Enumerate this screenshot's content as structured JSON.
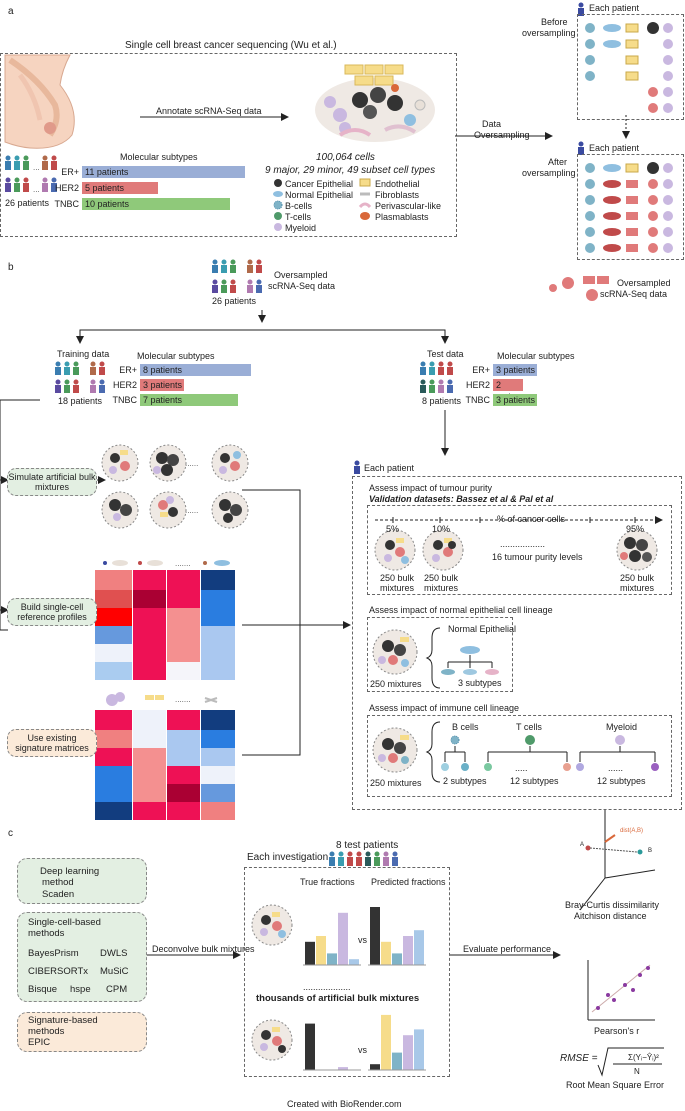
{
  "panels": {
    "a": "a",
    "b": "b",
    "c": "c"
  },
  "panel_a": {
    "title": "Single cell breast cancer sequencing (Wu et al.)",
    "annotate_label": "Annotate scRNA-Seq data",
    "patients_label": "26 patients",
    "subtypes_title": "Molecular subtypes",
    "subtypes": [
      {
        "name": "ER+",
        "label": "11 patients",
        "count": 11,
        "color": "#9aaed6"
      },
      {
        "name": "HER2",
        "label": "5 patients",
        "count": 5,
        "color": "#e07a7a"
      },
      {
        "name": "TNBC",
        "label": "10 patients",
        "count": 10,
        "color": "#8fc97a"
      }
    ],
    "cells_count": "100,064 cells",
    "cells_types": "9 major, 29 minor, 49 subset cell types",
    "legend": [
      {
        "label": "Cancer Epithelial",
        "color": "#333333"
      },
      {
        "label": "Endothelial",
        "color": "#f6dc8a"
      },
      {
        "label": "Normal Epithelial",
        "color": "#8fbfe0"
      },
      {
        "label": "Fibroblasts",
        "color": "#e8e0d8"
      },
      {
        "label": "B-cells",
        "color": "#7fb3c7"
      },
      {
        "label": "Perivascular-like",
        "color": "#e6b3c8"
      },
      {
        "label": "T-cells",
        "color": "#4f9a6a"
      },
      {
        "label": "Plasmablasts",
        "color": "#d9683a"
      },
      {
        "label": "Myeloid",
        "color": "#c9b8e0"
      }
    ],
    "oversampling_label_1": "Data",
    "oversampling_label_2": "Oversampling",
    "each_patient_top": "Each patient",
    "before_label_1": "Before",
    "before_label_2": "oversampling",
    "each_patient_bottom": "Each patient",
    "after_label_1": "After",
    "after_label_2": "oversampling",
    "oversampled_label_1": "Oversampled",
    "oversampled_label_2": "scRNA-Seq data"
  },
  "panel_b": {
    "top_label_1": "Oversampled",
    "top_label_2": "scRNA-Seq data",
    "top_patients": "26 patients",
    "training_title": "Training data",
    "training_patients": "18 patients",
    "training_subtypes_title": "Molecular subtypes",
    "training_subtypes": [
      {
        "name": "ER+",
        "label": "8 patients",
        "count": 8,
        "color": "#9aaed6"
      },
      {
        "name": "HER2",
        "label": "3 patients",
        "count": 3,
        "color": "#e07a7a"
      },
      {
        "name": "TNBC",
        "label": "7 patients",
        "count": 7,
        "color": "#8fc97a"
      }
    ],
    "test_title": "Test data",
    "test_patients": "8 patients",
    "test_subtypes_title": "Molecular subtypes",
    "test_subtypes": [
      {
        "name": "ER+",
        "label": "3 patients",
        "count": 3,
        "color": "#9aaed6"
      },
      {
        "name": "HER2",
        "label": "2 patients",
        "count": 2,
        "color": "#e07a7a"
      },
      {
        "name": "TNBC",
        "label": "3 patients",
        "count": 3,
        "color": "#8fc97a"
      }
    ],
    "step_simulate": "Simulate artificial bulk mixtures",
    "step_build": "Build single-cell reference profiles",
    "step_signature": "Use existing signature matrices",
    "each_patient": "Each patient",
    "purity_title": "Assess impact of tumour purity",
    "purity_validation": "Validation datasets: Bassez et al & Pal et al",
    "purity_axis": "% of cancer cells",
    "purity_ticks": [
      "5%",
      "10%",
      "95%"
    ],
    "purity_levels": "16 tumour purity levels",
    "purity_dots": "..................",
    "bulk_250": "250 bulk",
    "mixtures": "mixtures",
    "normal_title": "Assess impact of normal epithelial cell lineage",
    "normal_epithelial": "Normal  Epithelial",
    "normal_subtypes": "3 subtypes",
    "mixtures_250": "250 mixtures",
    "immune_title": "Assess impact of immune cell lineage",
    "b_cells": "B cells",
    "t_cells": "T cells",
    "myeloid": "Myeloid",
    "two_subtypes": "2 subtypes",
    "twelve_subtypes_1": "12 subtypes",
    "twelve_subtypes_2": "12 subtypes",
    "ellipsis": "......",
    "ellipsis_short": "....."
  },
  "panel_c": {
    "deep_title_1": "Deep learning",
    "deep_title_2": "method",
    "deep_method": "Scaden",
    "sc_title_1": "Single-cell-based",
    "sc_title_2": "methods",
    "sc_methods": [
      "BayesPrism",
      "DWLS",
      "CIBERSORTx",
      "MuSiC",
      "Bisque",
      "hspe",
      "CPM"
    ],
    "sig_title_1": "Signature-based",
    "sig_title_2": "methods",
    "sig_method": "EPIC",
    "deconvolve_label": "Deconvolve bulk mixtures",
    "test_patients": "8 test patients",
    "each_investigation": "Each investigation",
    "true_fractions": "True fractions",
    "predicted_fractions": "Predicted fractions",
    "vs": "vs",
    "thousands": "thousands of artificial bulk mixtures",
    "dots": "...................",
    "evaluate_label": "Evaluate performance",
    "bray": "Bray-Curtis dissimilarity",
    "aitchison": "Aitchison distance",
    "pearson": "Pearson's r",
    "rmse_label": "Root Mean Square Error",
    "rmse_formula_lhs": "RMSE =",
    "dist_label": "dist(A,B)",
    "point_a": "A",
    "point_b": "B"
  },
  "footer": "Created with BioRender.com"
}
